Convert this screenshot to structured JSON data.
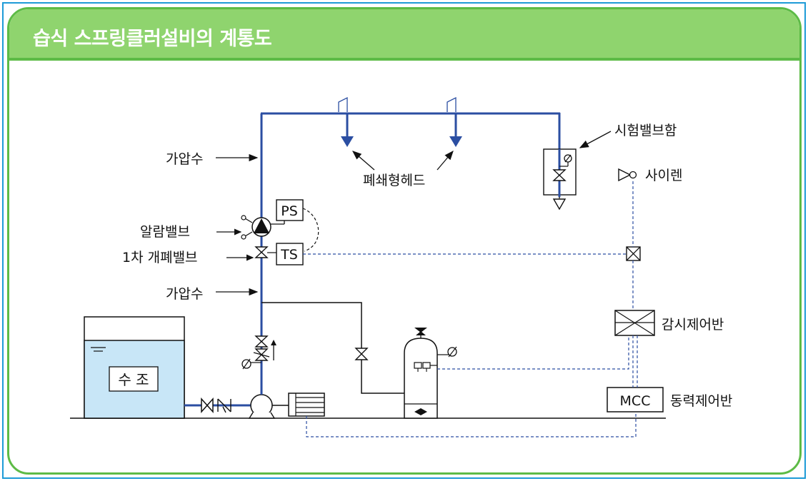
{
  "title": "습식 스프링클러설비의 계통도",
  "labels": {
    "pressurized_water_top": "가압수",
    "closed_head": "폐쇄형헤드",
    "test_valve_box": "시험밸브함",
    "siren": "사이렌",
    "alarm_valve": "알람밸브",
    "primary_valve": "1차 개폐밸브",
    "pressurized_water_bottom": "가압수",
    "control_panel": "감시제어반",
    "mcc": "MCC",
    "power_control_panel": "동력제어반",
    "water_tank": "수 조",
    "pressure_switch": "PS",
    "tamper_switch": "TS"
  },
  "colors": {
    "header_bg": "#8fd46e",
    "border_green": "#5dbb46",
    "outer_border": "#1e9bd7",
    "pipe_blue": "#2b4ea2",
    "tank_fill": "#c8e6f7",
    "signal_dash": "#2b4ea2"
  }
}
